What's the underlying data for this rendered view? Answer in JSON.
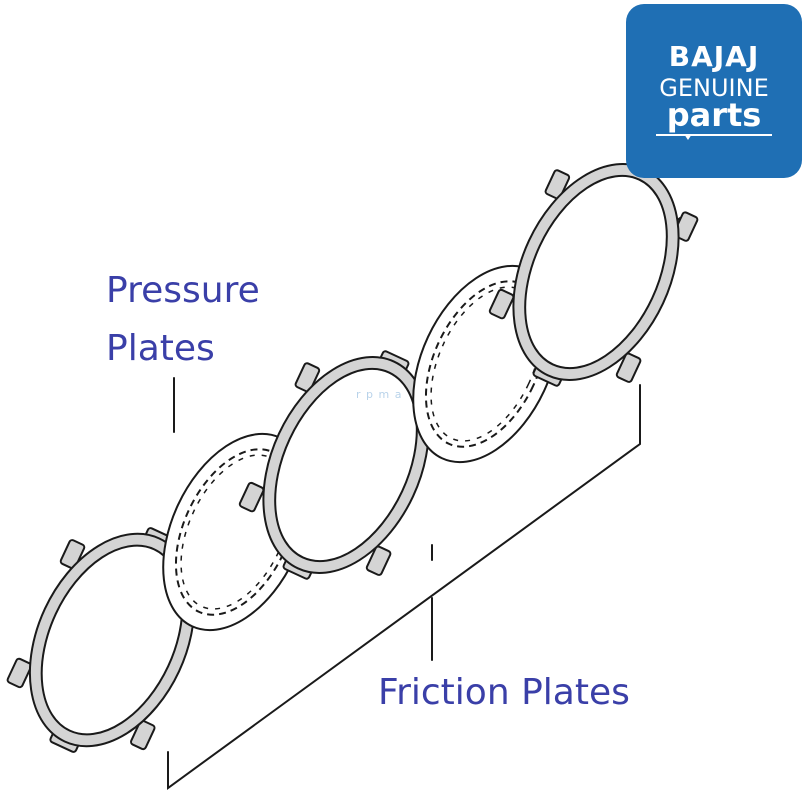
{
  "labels": {
    "pressure_line1": "Pressure",
    "pressure_line2": "Plates",
    "friction": "Friction Plates"
  },
  "logo": {
    "brand": "BAJAJ",
    "line2": "GENUINE",
    "line3": "parts"
  },
  "watermark": "r p m a",
  "colors": {
    "label_text": "#3a3fa8",
    "logo_background": "#1f6fb4",
    "plate_fill": "#d4d4d4",
    "outline": "#1a1a1a"
  }
}
